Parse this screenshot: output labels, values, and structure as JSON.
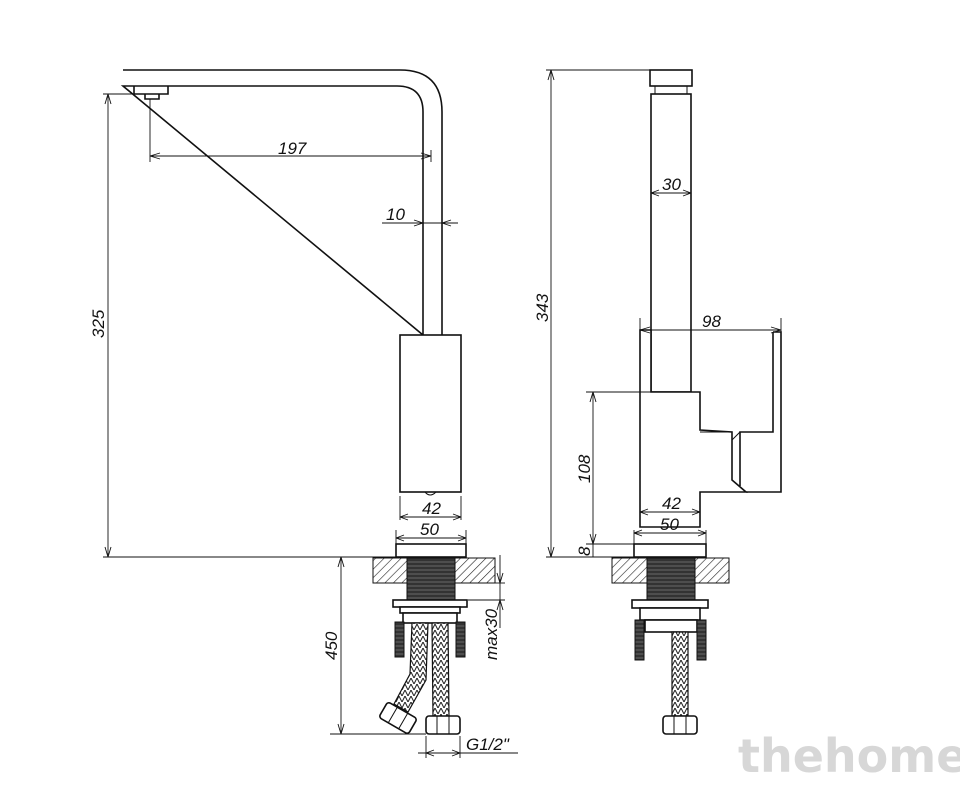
{
  "dimensions": {
    "spout_reach": "197",
    "spout_tube_width": "10",
    "total_height_front": "325",
    "body_width_front": "42",
    "base_width_front": "50",
    "under_counter_length": "450",
    "max_counter_thickness": "max30",
    "connector_thread": "G1/2\"",
    "total_height_side": "343",
    "spout_depth": "30",
    "handle_reach": "98",
    "body_height": "108",
    "body_width_side": "42",
    "base_width_side": "50",
    "base_height": "8"
  },
  "watermark": "thehome"
}
